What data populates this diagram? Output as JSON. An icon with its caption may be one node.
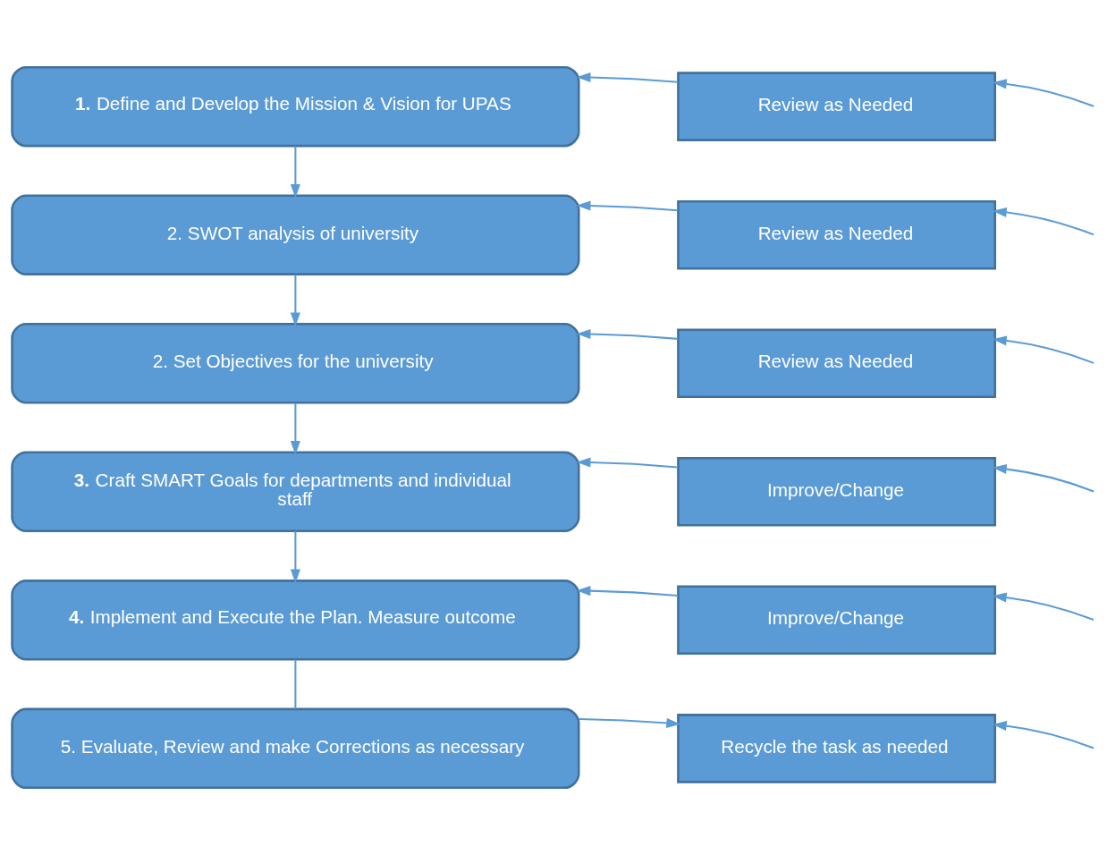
{
  "diagram": {
    "nodes": [
      {
        "text": [
          "**1.** Define and Develop the Mission & Vision for UPAS"
        ]
      },
      {
        "text": [
          "2. SWOT analysis of university"
        ]
      },
      {
        "text": [
          "2. Set Objectives for the university"
        ]
      },
      {
        "text": [
          "**3.** Craft SMART Goals for departments and individual staff"
        ]
      },
      {
        "text": [
          "**4.** Implement and Execute the Plan. Measure outcome"
        ]
      },
      {
        "text": [
          "5. Evaluate, Review and make Corrections as necessary"
        ]
      },
      {
        "text": [
          "Review as Needed"
        ]
      },
      {
        "text": [
          "Review as Needed"
        ]
      },
      {
        "text": [
          "Review as Needed"
        ]
      },
      {
        "text": [
          "Improve/Change"
        ]
      },
      {
        "text": [
          "Improve/Change"
        ]
      },
      {
        "text": [
          "Recycle the task as needed"
        ]
      }
    ],
    "edges": [
      {
        "from": 0,
        "to": 1,
        "arrow": "to"
      },
      {
        "from": 1,
        "to": 2,
        "arrow": "to"
      },
      {
        "from": 2,
        "to": 3,
        "arrow": "to"
      },
      {
        "from": 3,
        "to": 4,
        "arrow": "to"
      },
      {
        "from": 4,
        "to": 5,
        "arrow": "none"
      },
      {
        "from": 6,
        "to": 0,
        "arrow": "to"
      },
      {
        "from": 7,
        "to": 1,
        "arrow": "to"
      },
      {
        "from": 8,
        "to": 2,
        "arrow": "to"
      },
      {
        "from": 9,
        "to": 3,
        "arrow": "to"
      },
      {
        "from": 10,
        "to": 4,
        "arrow": "to"
      },
      {
        "from": 5,
        "to": 11,
        "arrow": "to"
      },
      {
        "from": null,
        "to": 6,
        "arrow": "to"
      },
      {
        "from": null,
        "to": 7,
        "arrow": "to"
      },
      {
        "from": null,
        "to": 8,
        "arrow": "to"
      },
      {
        "from": null,
        "to": 9,
        "arrow": "to"
      },
      {
        "from": null,
        "to": 10,
        "arrow": "to"
      },
      {
        "from": null,
        "to": 11,
        "arrow": "to"
      }
    ]
  }
}
